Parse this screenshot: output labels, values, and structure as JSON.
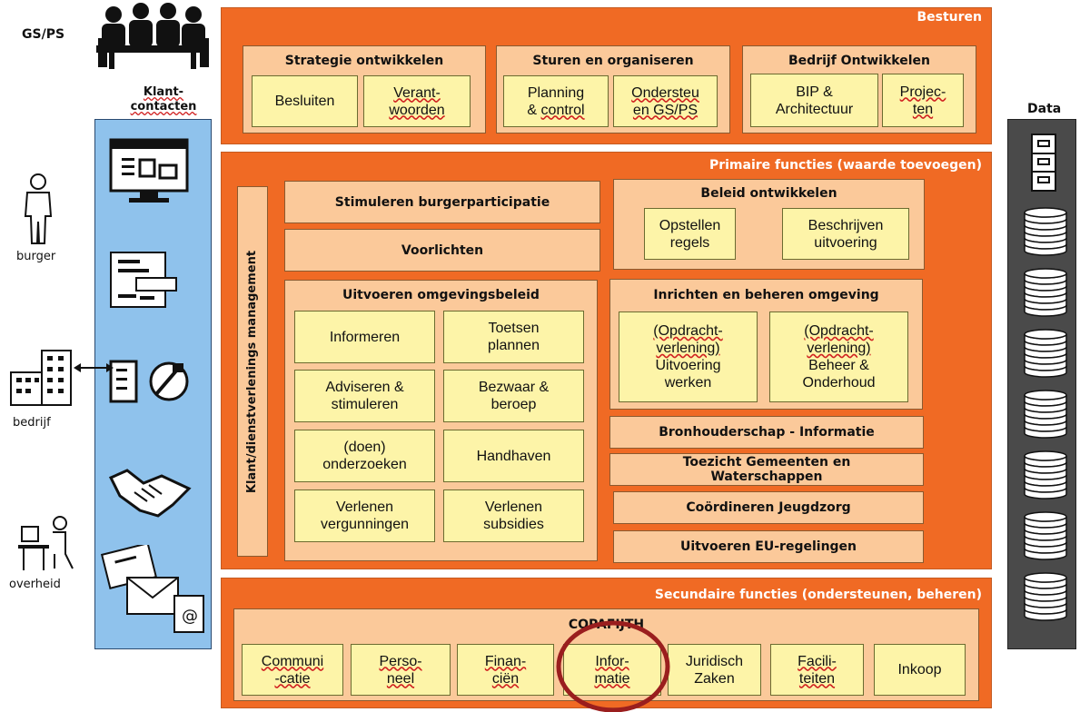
{
  "left": {
    "gsps": "GS/PS",
    "klant_title": "Klant-\ncontacten",
    "actors": [
      "burger",
      "bedrijf",
      "overheid"
    ]
  },
  "data_col": {
    "title": "Data"
  },
  "besturen": {
    "title": "Besturen",
    "groups": [
      {
        "title": "Strategie ontwikkelen",
        "items": [
          "Besluiten",
          "Verant-\nwoorden"
        ]
      },
      {
        "title": "Sturen en organiseren",
        "items": [
          "Planning\n& control",
          "Ondersteu\nen GS/PS"
        ]
      },
      {
        "title": "Bedrijf Ontwikkelen",
        "items": [
          "BIP &\nArchitectuur",
          "Projec-\nten"
        ]
      }
    ]
  },
  "primair": {
    "title": "Primaire functies (waarde toevoegen)",
    "vertical": "Klant/dienstverlenings management",
    "stimuleren": "Stimuleren burgerparticipatie",
    "voorlichten": "Voorlichten",
    "uitvoeren": {
      "title": "Uitvoeren omgevingsbeleid",
      "items": [
        "Informeren",
        "Toetsen\nplannen",
        "Adviseren &\nstimuleren",
        "Bezwaar &\nberoep",
        "(doen)\nonderzoeken",
        "Handhaven",
        "Verlenen\nvergunningen",
        "Verlenen\nsubsidies"
      ]
    },
    "beleid": {
      "title": "Beleid ontwikkelen",
      "items": [
        "Opstellen\nregels",
        "Beschrijven\nuitvoering"
      ]
    },
    "inrichten": {
      "title": "Inrichten en beheren omgeving",
      "items": [
        "(Opdracht-\nverlening)\nUitvoering\nwerken",
        "(Opdracht-\nverlening)\nBeheer &\nOnderhoud"
      ]
    },
    "bars": [
      "Bronhouderschap - Informatie",
      "Toezicht Gemeenten en\nWaterschappen",
      "Coördineren Jeugdzorg",
      "Uitvoeren EU-regelingen"
    ]
  },
  "secundair": {
    "title": "Secundaire functies (ondersteunen, beheren)",
    "group_title": "COPAFIJTH",
    "items": [
      "Communi\n-catie",
      "Perso-\nneel",
      "Finan-\nciën",
      "Infor-\nmatie",
      "Juridisch\nZaken",
      "Facili-\nteiten",
      "Inkoop"
    ]
  }
}
